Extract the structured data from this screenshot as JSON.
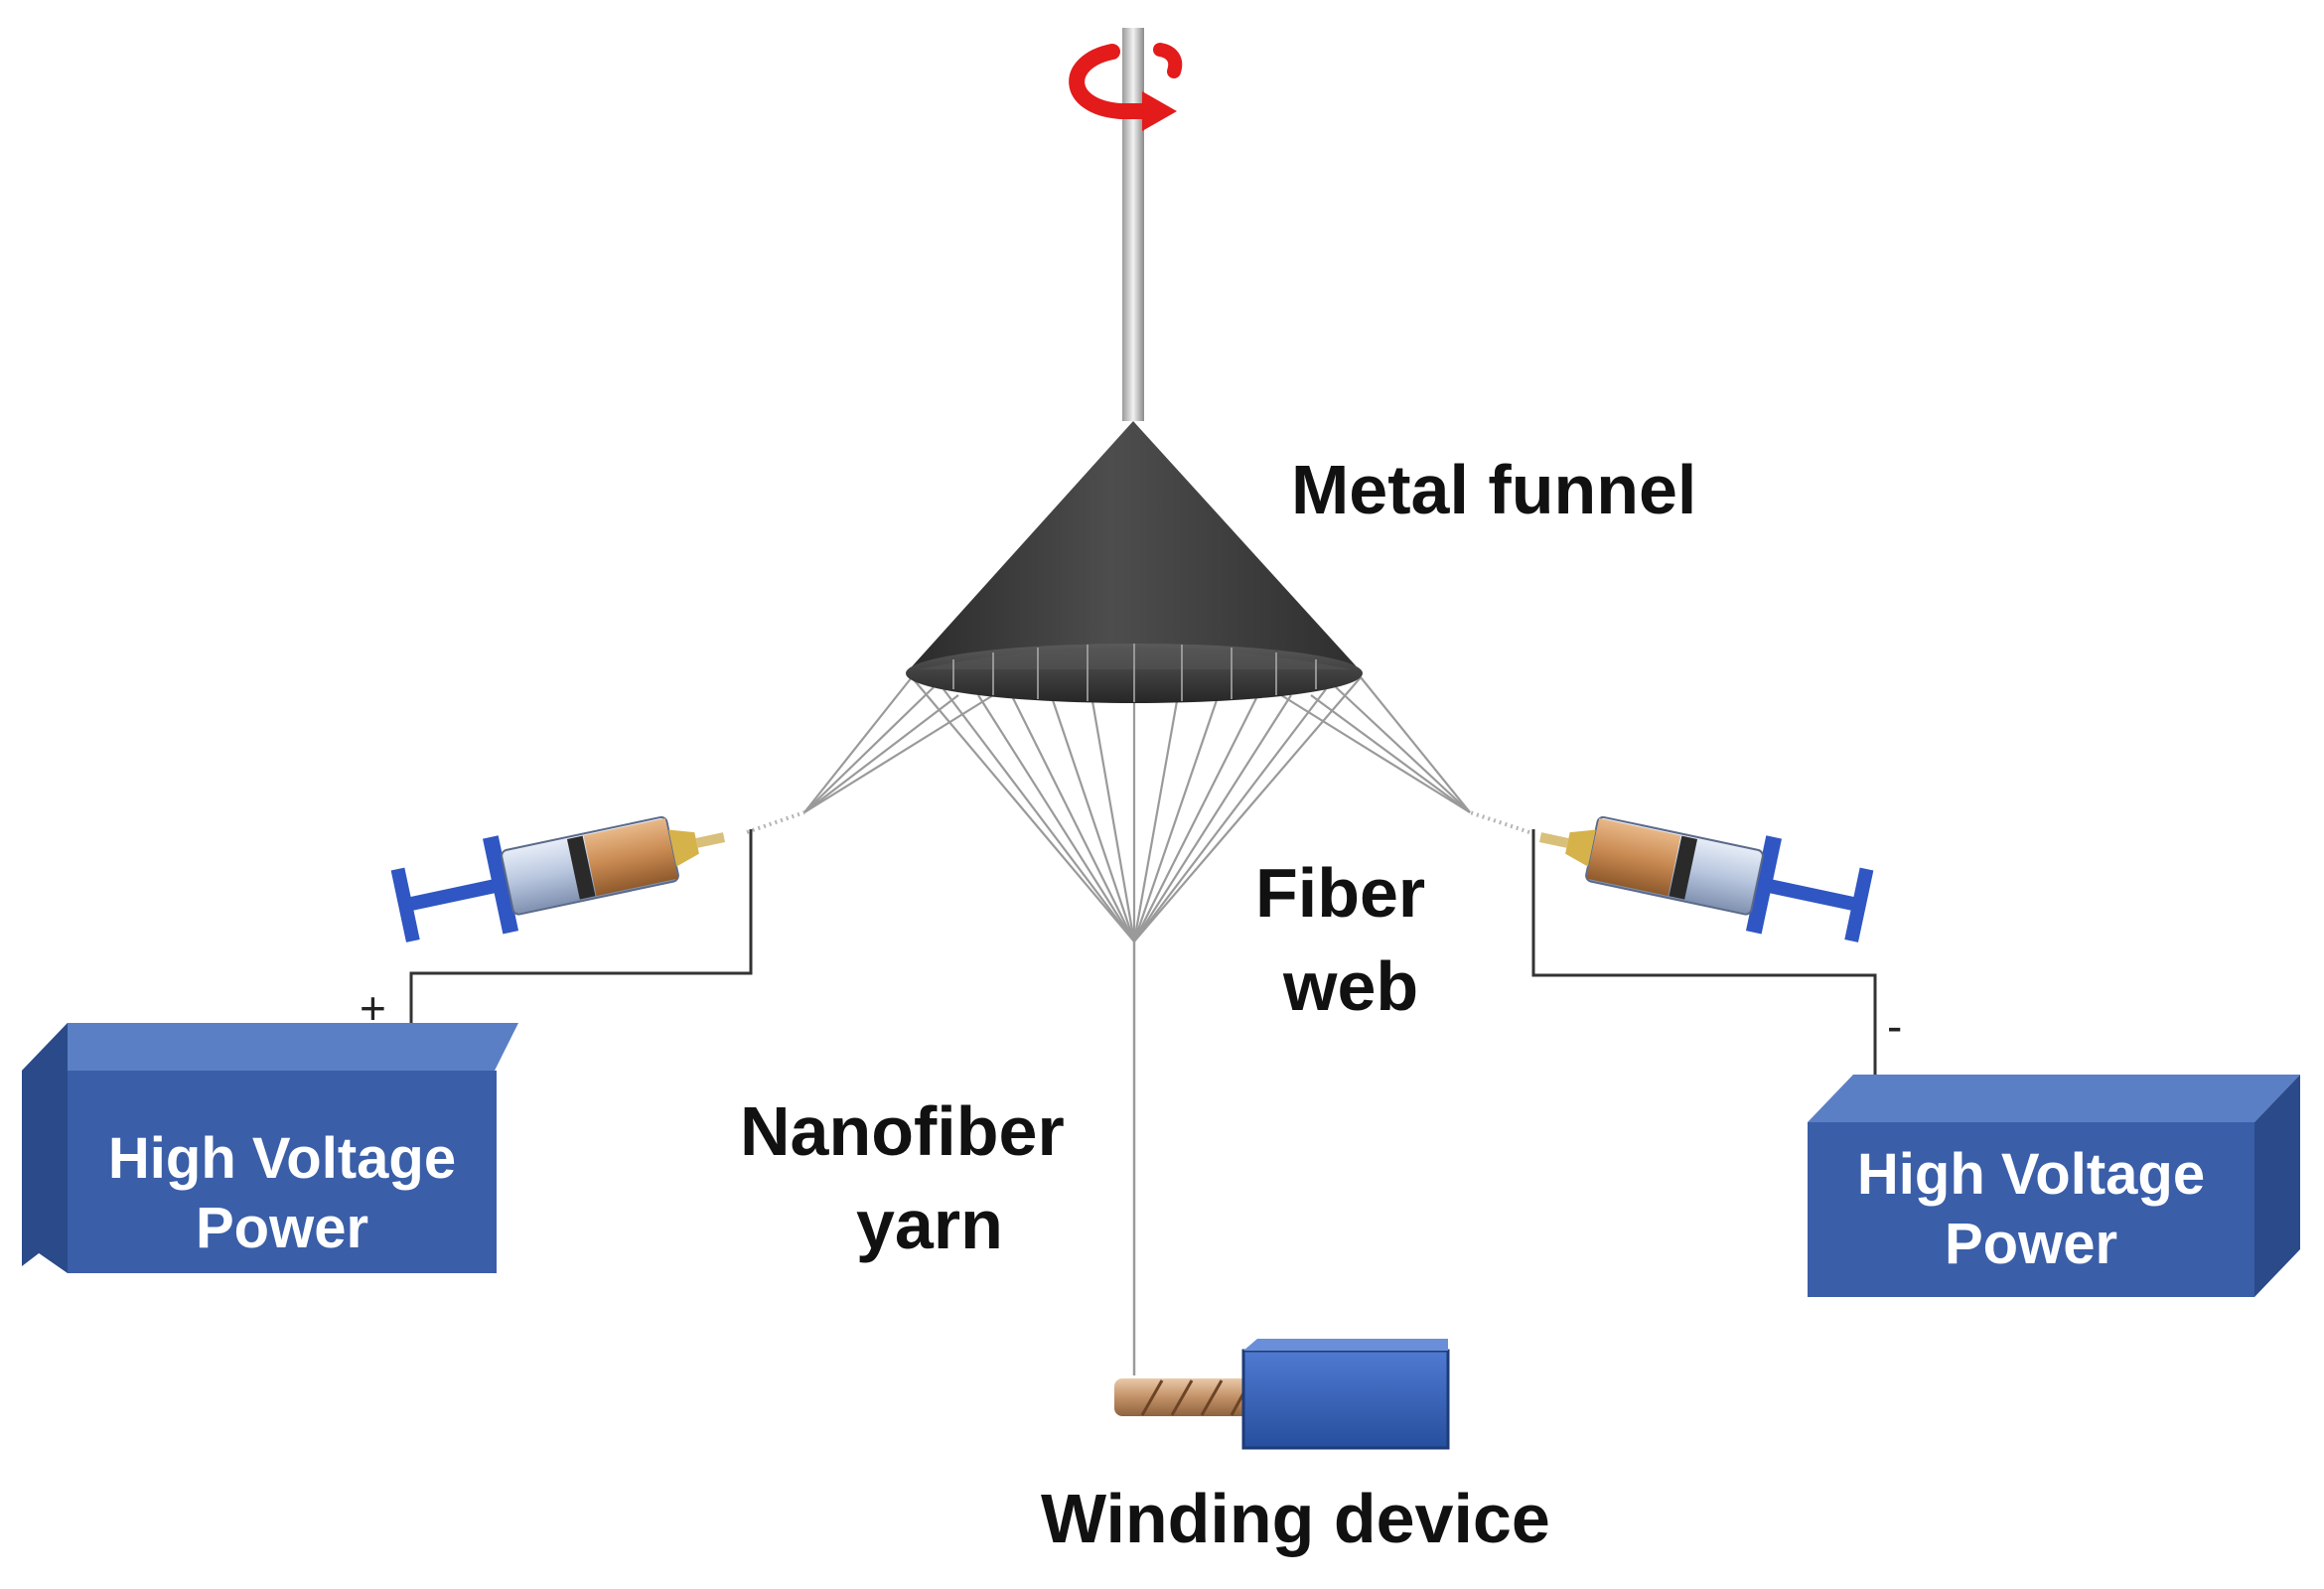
{
  "labels": {
    "metal_funnel": "Metal funnel",
    "fiber_web_line1": "Fiber",
    "fiber_web_line2": "web",
    "nanofiber_yarn_line1": "Nanofiber",
    "nanofiber_yarn_line2": "yarn",
    "winding_device": "Winding device"
  },
  "power_supplies": [
    {
      "line1": "High Voltage",
      "line2": "Power",
      "polarity": "+"
    },
    {
      "line1": "High Voltage",
      "line2": "Power",
      "polarity": "-"
    }
  ],
  "colors": {
    "box_front": "#3a5ea8",
    "box_top": "#5a7fc4",
    "box_side": "#2b4a8a",
    "funnel": "#3c3c3c",
    "rotation_arrow": "#e31b1b",
    "syringe_blue": "#2f56c2",
    "syringe_fluid": "#c98a52"
  },
  "icons": {
    "rotation": "rotation-arrow-icon",
    "syringe": "syringe-icon"
  }
}
